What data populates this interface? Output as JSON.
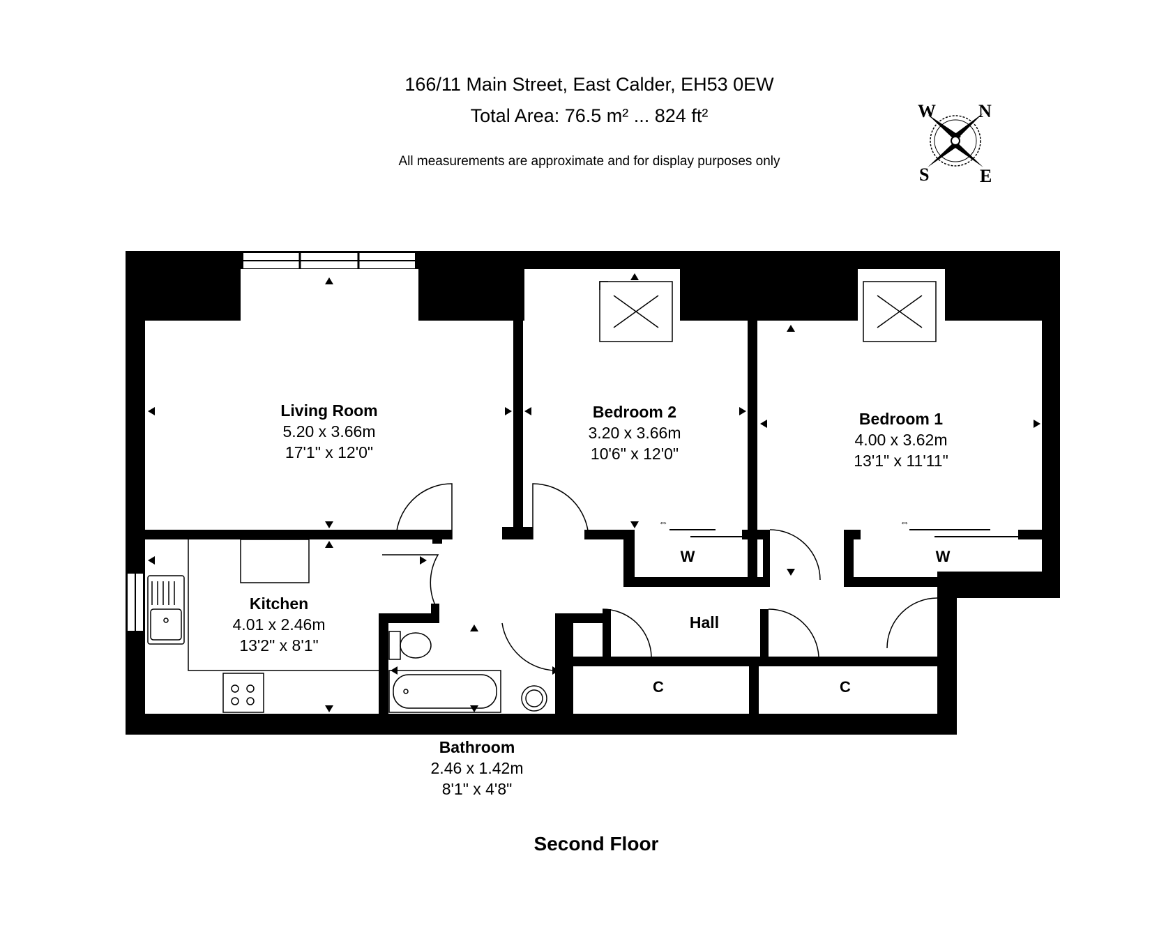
{
  "header": {
    "address": "166/11 Main Street, East Calder, EH53 0EW",
    "total_area": "Total Area: 76.5 m² ... 824 ft²",
    "disclaimer": "All measurements are approximate and for display purposes only"
  },
  "compass": {
    "north": "N",
    "south": "S",
    "east": "E",
    "west": "W"
  },
  "rooms": {
    "living": {
      "name": "Living Room",
      "metric": "5.20 x 3.66m",
      "imperial": "17'1\" x 12'0\""
    },
    "bedroom2": {
      "name": "Bedroom 2",
      "metric": "3.20 x 3.66m",
      "imperial": "10'6\" x 12'0\""
    },
    "bedroom1": {
      "name": "Bedroom 1",
      "metric": "4.00 x 3.62m",
      "imperial": "13'1\" x 11'11\""
    },
    "kitchen": {
      "name": "Kitchen",
      "metric": "4.01 x 2.46m",
      "imperial": "13'2\" x 8'1\""
    },
    "bathroom": {
      "name": "Bathroom",
      "metric": "2.46 x 1.42m",
      "imperial": "8'1\" x 4'8\""
    },
    "hall": {
      "name": "Hall"
    }
  },
  "storage": {
    "wardrobe_b2": "W",
    "wardrobe_b1": "W",
    "cupboard_1": "C",
    "cupboard_2": "C"
  },
  "floor": {
    "name": "Second Floor"
  }
}
